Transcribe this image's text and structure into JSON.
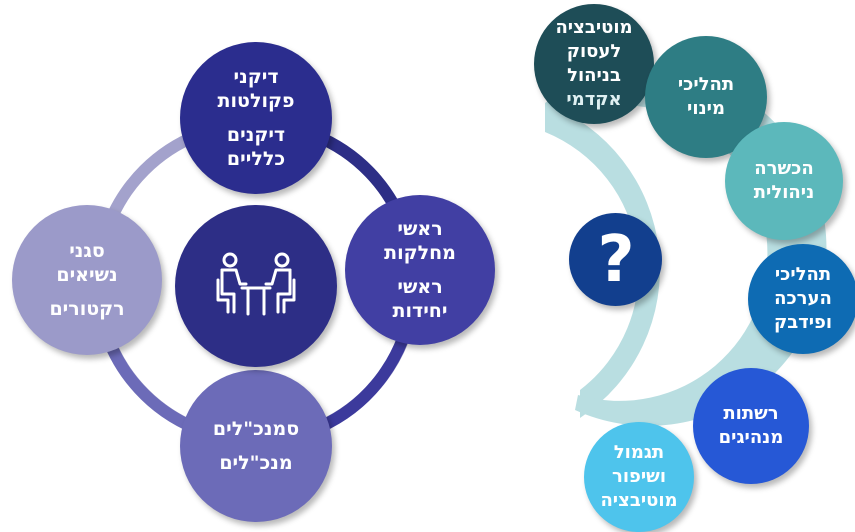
{
  "colors": {
    "ring_dark": "#2d2e86",
    "ring_light": "#a3a2cc",
    "arc": "#b9dee1",
    "question_circle": "#123f8e"
  },
  "left_diagram": {
    "top": {
      "group1": [
        "דיקני",
        "פקולטות"
      ],
      "group2": [
        "דיקנים",
        "כלליים"
      ]
    },
    "right": {
      "group1": [
        "ראשי",
        "מחלקות"
      ],
      "group2": [
        "ראשי",
        "יחידות"
      ]
    },
    "bottom": {
      "group1": [
        "סמנכ\"לים"
      ],
      "group2": [
        "מנכ\"לים"
      ]
    },
    "left": {
      "group1": [
        "סגני",
        "נשיאים"
      ],
      "group2": [
        "רקטורים"
      ]
    },
    "center_icon": "meeting-table-icon"
  },
  "right_diagram": {
    "center_icon": "question-mark-icon",
    "nodes": [
      {
        "lines": [
          "מוטיבציה",
          "לעסוק",
          "בניהול",
          "אקדמי"
        ],
        "color": "#1e4d57"
      },
      {
        "lines": [
          "תהליכי",
          "מינוי"
        ],
        "color": "#2e7d84"
      },
      {
        "lines": [
          "הכשרה",
          "ניהולית"
        ],
        "color": "#5cb8bb"
      },
      {
        "lines": [
          "תהליכי",
          "הערכה",
          "ופידבק"
        ],
        "color": "#0e6bb3"
      },
      {
        "lines": [
          "רשתות",
          "מנהיגים"
        ],
        "color": "#2658d6"
      },
      {
        "lines": [
          "תגמול",
          "ושיפור",
          "מוטיבציה"
        ],
        "color": "#4ec4ec"
      }
    ]
  }
}
